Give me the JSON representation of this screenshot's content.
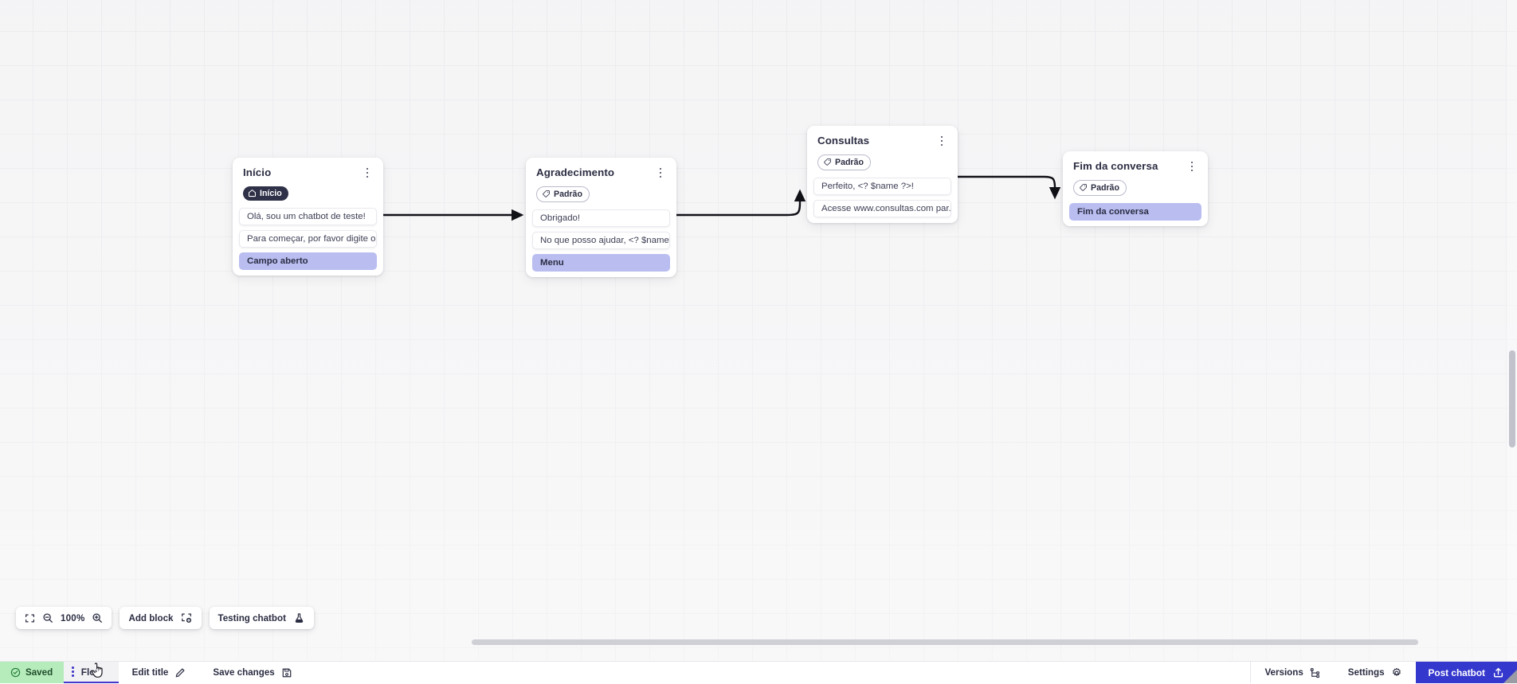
{
  "canvas": {
    "grid_color": "#e4e4e8",
    "background": "#f0f0f2",
    "accent_row_color": "#b9bdf0",
    "brand_color": "#3538cd"
  },
  "nodes": [
    {
      "id": "inicio",
      "title": "Início",
      "badge": {
        "label": "Início",
        "icon": "home-icon",
        "style": "dark"
      },
      "rows": [
        {
          "text": "Olá, sou um chatbot de teste!",
          "accent": false
        },
        {
          "text": "Para começar, por favor digite o ...",
          "accent": false
        },
        {
          "text": "Campo aberto",
          "accent": true
        }
      ]
    },
    {
      "id": "agradecimento",
      "title": "Agradecimento",
      "badge": {
        "label": "Padrão",
        "icon": "tag-icon",
        "style": "outline"
      },
      "rows": [
        {
          "text": "Obrigado!",
          "accent": false
        },
        {
          "text": "No que posso ajudar, <? $name ...",
          "accent": false
        },
        {
          "text": "Menu",
          "accent": true
        }
      ]
    },
    {
      "id": "consultas",
      "title": "Consultas",
      "badge": {
        "label": "Padrão",
        "icon": "tag-icon",
        "style": "outline"
      },
      "rows": [
        {
          "text": "Perfeito, <? $name ?>!",
          "accent": false
        },
        {
          "text": "Acesse www.consultas.com par...",
          "accent": false
        }
      ]
    },
    {
      "id": "fim",
      "title": "Fim da conversa",
      "badge": {
        "label": "Padrão",
        "icon": "tag-icon",
        "style": "outline"
      },
      "rows": [
        {
          "text": "Fim da conversa",
          "accent": true
        }
      ]
    }
  ],
  "toolbar": {
    "fit_icon": "fit-screen-icon",
    "zoom_out_icon": "zoom-out-icon",
    "zoom_level": "100%",
    "zoom_in_icon": "zoom-in-icon",
    "add_block_label": "Add block",
    "add_block_icon": "add-block-icon",
    "testing_chatbot_label": "Testing chatbot",
    "testing_chatbot_icon": "flask-icon"
  },
  "bottom_bar": {
    "saved_label": "Saved",
    "saved_icon": "check-circle-icon",
    "flow_tab_label": "Flow",
    "flow_tab_menu_icon": "kebab-icon",
    "edit_title_label": "Edit title",
    "edit_title_icon": "pencil-icon",
    "save_changes_label": "Save changes",
    "save_changes_icon": "floppy-disk-icon",
    "versions_label": "Versions",
    "versions_icon": "branch-icon",
    "settings_label": "Settings",
    "settings_icon": "gear-icon",
    "post_chatbot_label": "Post chatbot",
    "post_chatbot_icon": "upload-icon"
  }
}
